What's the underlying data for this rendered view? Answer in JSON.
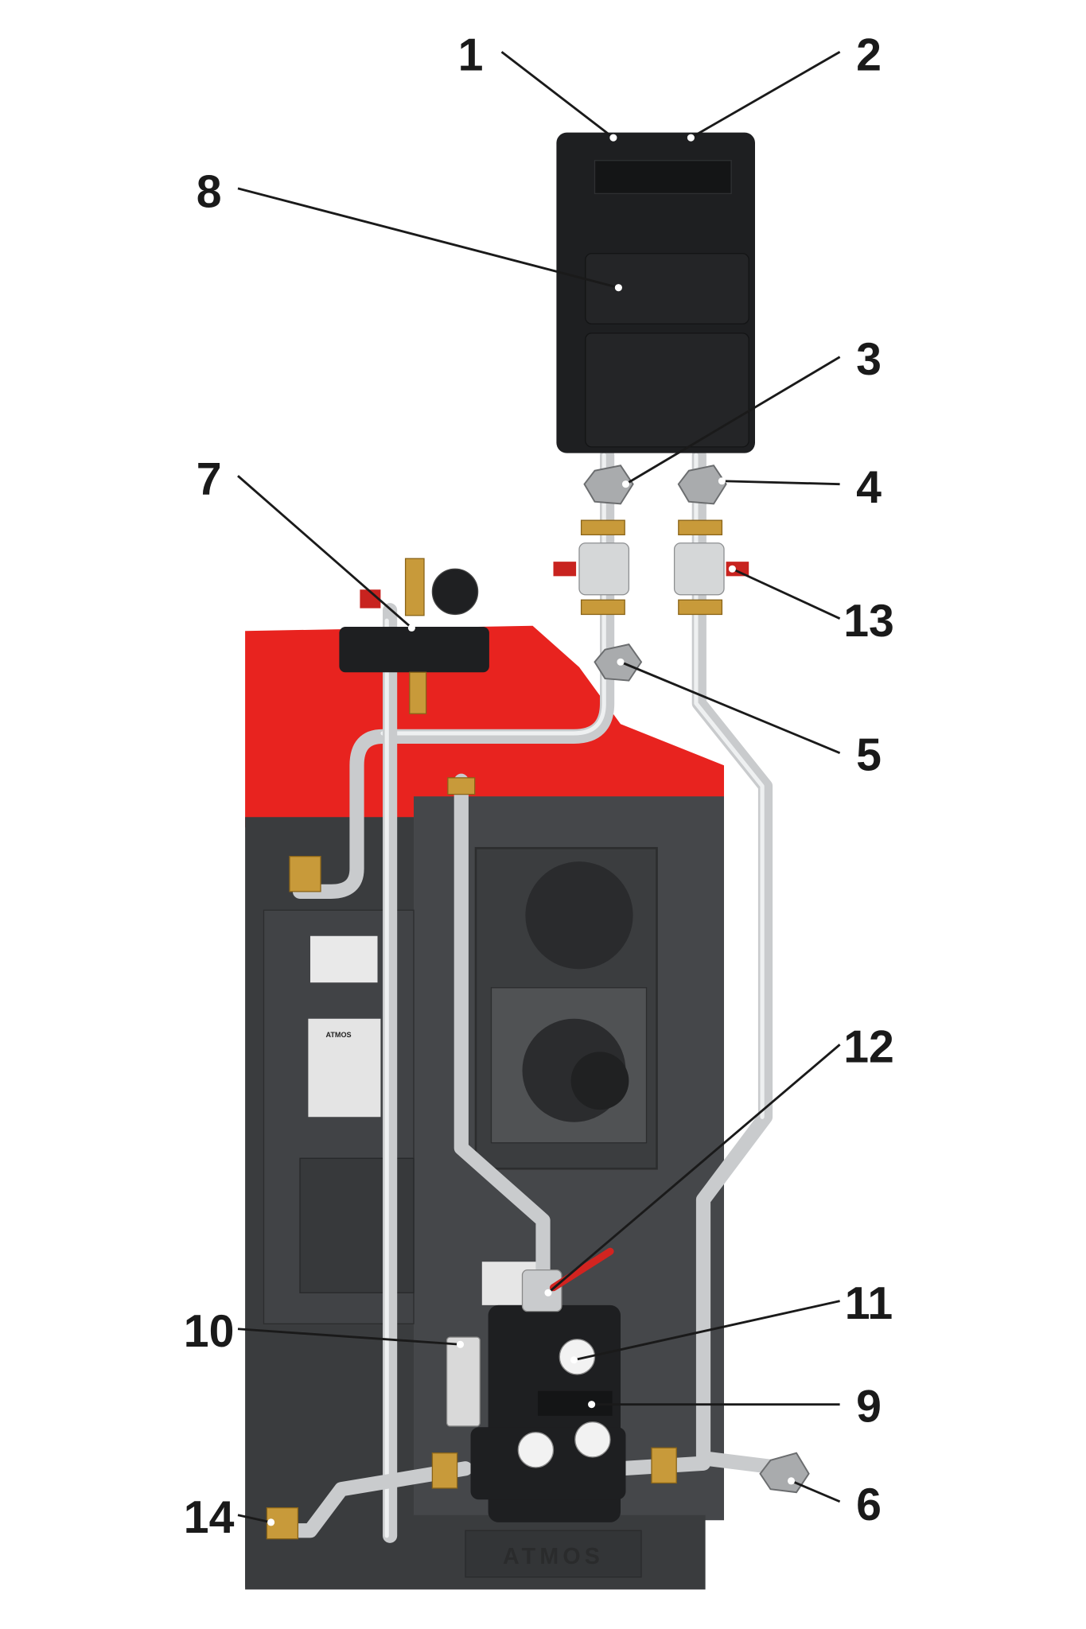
{
  "diagram": {
    "callouts": [
      "1",
      "2",
      "3",
      "4",
      "5",
      "6",
      "7",
      "8",
      "9",
      "10",
      "11",
      "12",
      "13",
      "14"
    ],
    "nameplate_brand": "ATMOS",
    "base_brand": "ATMOS"
  },
  "colors": {
    "boiler_red": "#e8231f",
    "boiler_body": "#3f4143",
    "insulation_black": "#1e1f21",
    "pipe_steel": "#c9cbcd",
    "brass": "#c89a3a"
  }
}
